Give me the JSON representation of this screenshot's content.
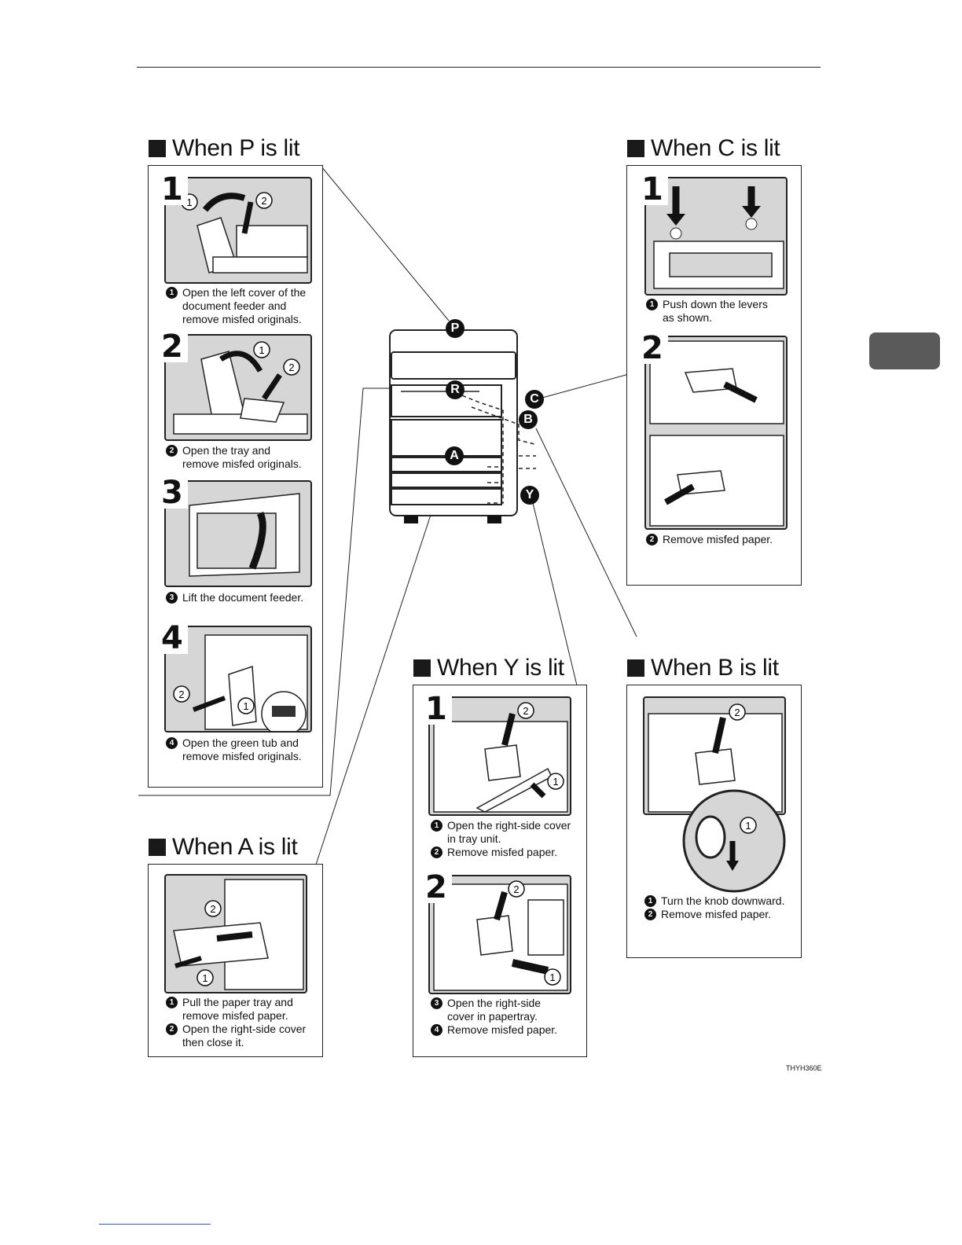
{
  "figure_code": "THYH360E",
  "machine_labels": {
    "p": "P",
    "r": "R",
    "c": "C",
    "b": "B",
    "a": "A",
    "y": "Y"
  },
  "sections": {
    "p": {
      "title": "When P is lit",
      "steps": [
        {
          "num": "1",
          "lines": [
            {
              "badge": "1",
              "text": "Open the left cover of the"
            },
            {
              "text": "document feeder and"
            },
            {
              "text": "remove misfed originals."
            }
          ]
        },
        {
          "num": "2",
          "lines": [
            {
              "badge": "2",
              "text": "Open the tray and"
            },
            {
              "text": "remove misfed originals."
            }
          ]
        },
        {
          "num": "3",
          "lines": [
            {
              "badge": "3",
              "text": "Lift the document feeder."
            }
          ]
        },
        {
          "num": "4",
          "lines": [
            {
              "badge": "4",
              "text": "Open the green tub and"
            },
            {
              "text": "remove misfed originals."
            }
          ]
        }
      ]
    },
    "c": {
      "title": "When C is lit",
      "steps": [
        {
          "num": "1",
          "lines": [
            {
              "badge": "1",
              "text": "Push down the levers"
            },
            {
              "text": "as shown."
            }
          ]
        },
        {
          "num": "2",
          "lines": [
            {
              "badge": "2",
              "text": "Remove misfed paper."
            }
          ]
        }
      ]
    },
    "y": {
      "title": "When Y is lit",
      "steps": [
        {
          "num": "1",
          "lines": [
            {
              "badge": "1",
              "text": "Open the right-side cover"
            },
            {
              "text": "in tray unit."
            },
            {
              "badge": "2",
              "text": "Remove misfed paper."
            }
          ]
        },
        {
          "num": "2",
          "lines": [
            {
              "badge": "3",
              "text": "Open the right-side"
            },
            {
              "text": "cover in papertray."
            },
            {
              "badge": "4",
              "text": "Remove misfed paper."
            }
          ]
        }
      ]
    },
    "b": {
      "title": "When B is lit",
      "steps": [
        {
          "lines": [
            {
              "badge": "1",
              "text": "Turn the knob downward."
            },
            {
              "badge": "2",
              "text": "Remove misfed paper."
            }
          ]
        }
      ]
    },
    "a": {
      "title": "When A is lit",
      "steps": [
        {
          "lines": [
            {
              "badge": "1",
              "text": "Pull the paper tray and"
            },
            {
              "text": "remove misfed paper."
            },
            {
              "badge": "2",
              "text": "Open the right-side cover"
            },
            {
              "text": "then close it."
            }
          ]
        }
      ]
    }
  }
}
